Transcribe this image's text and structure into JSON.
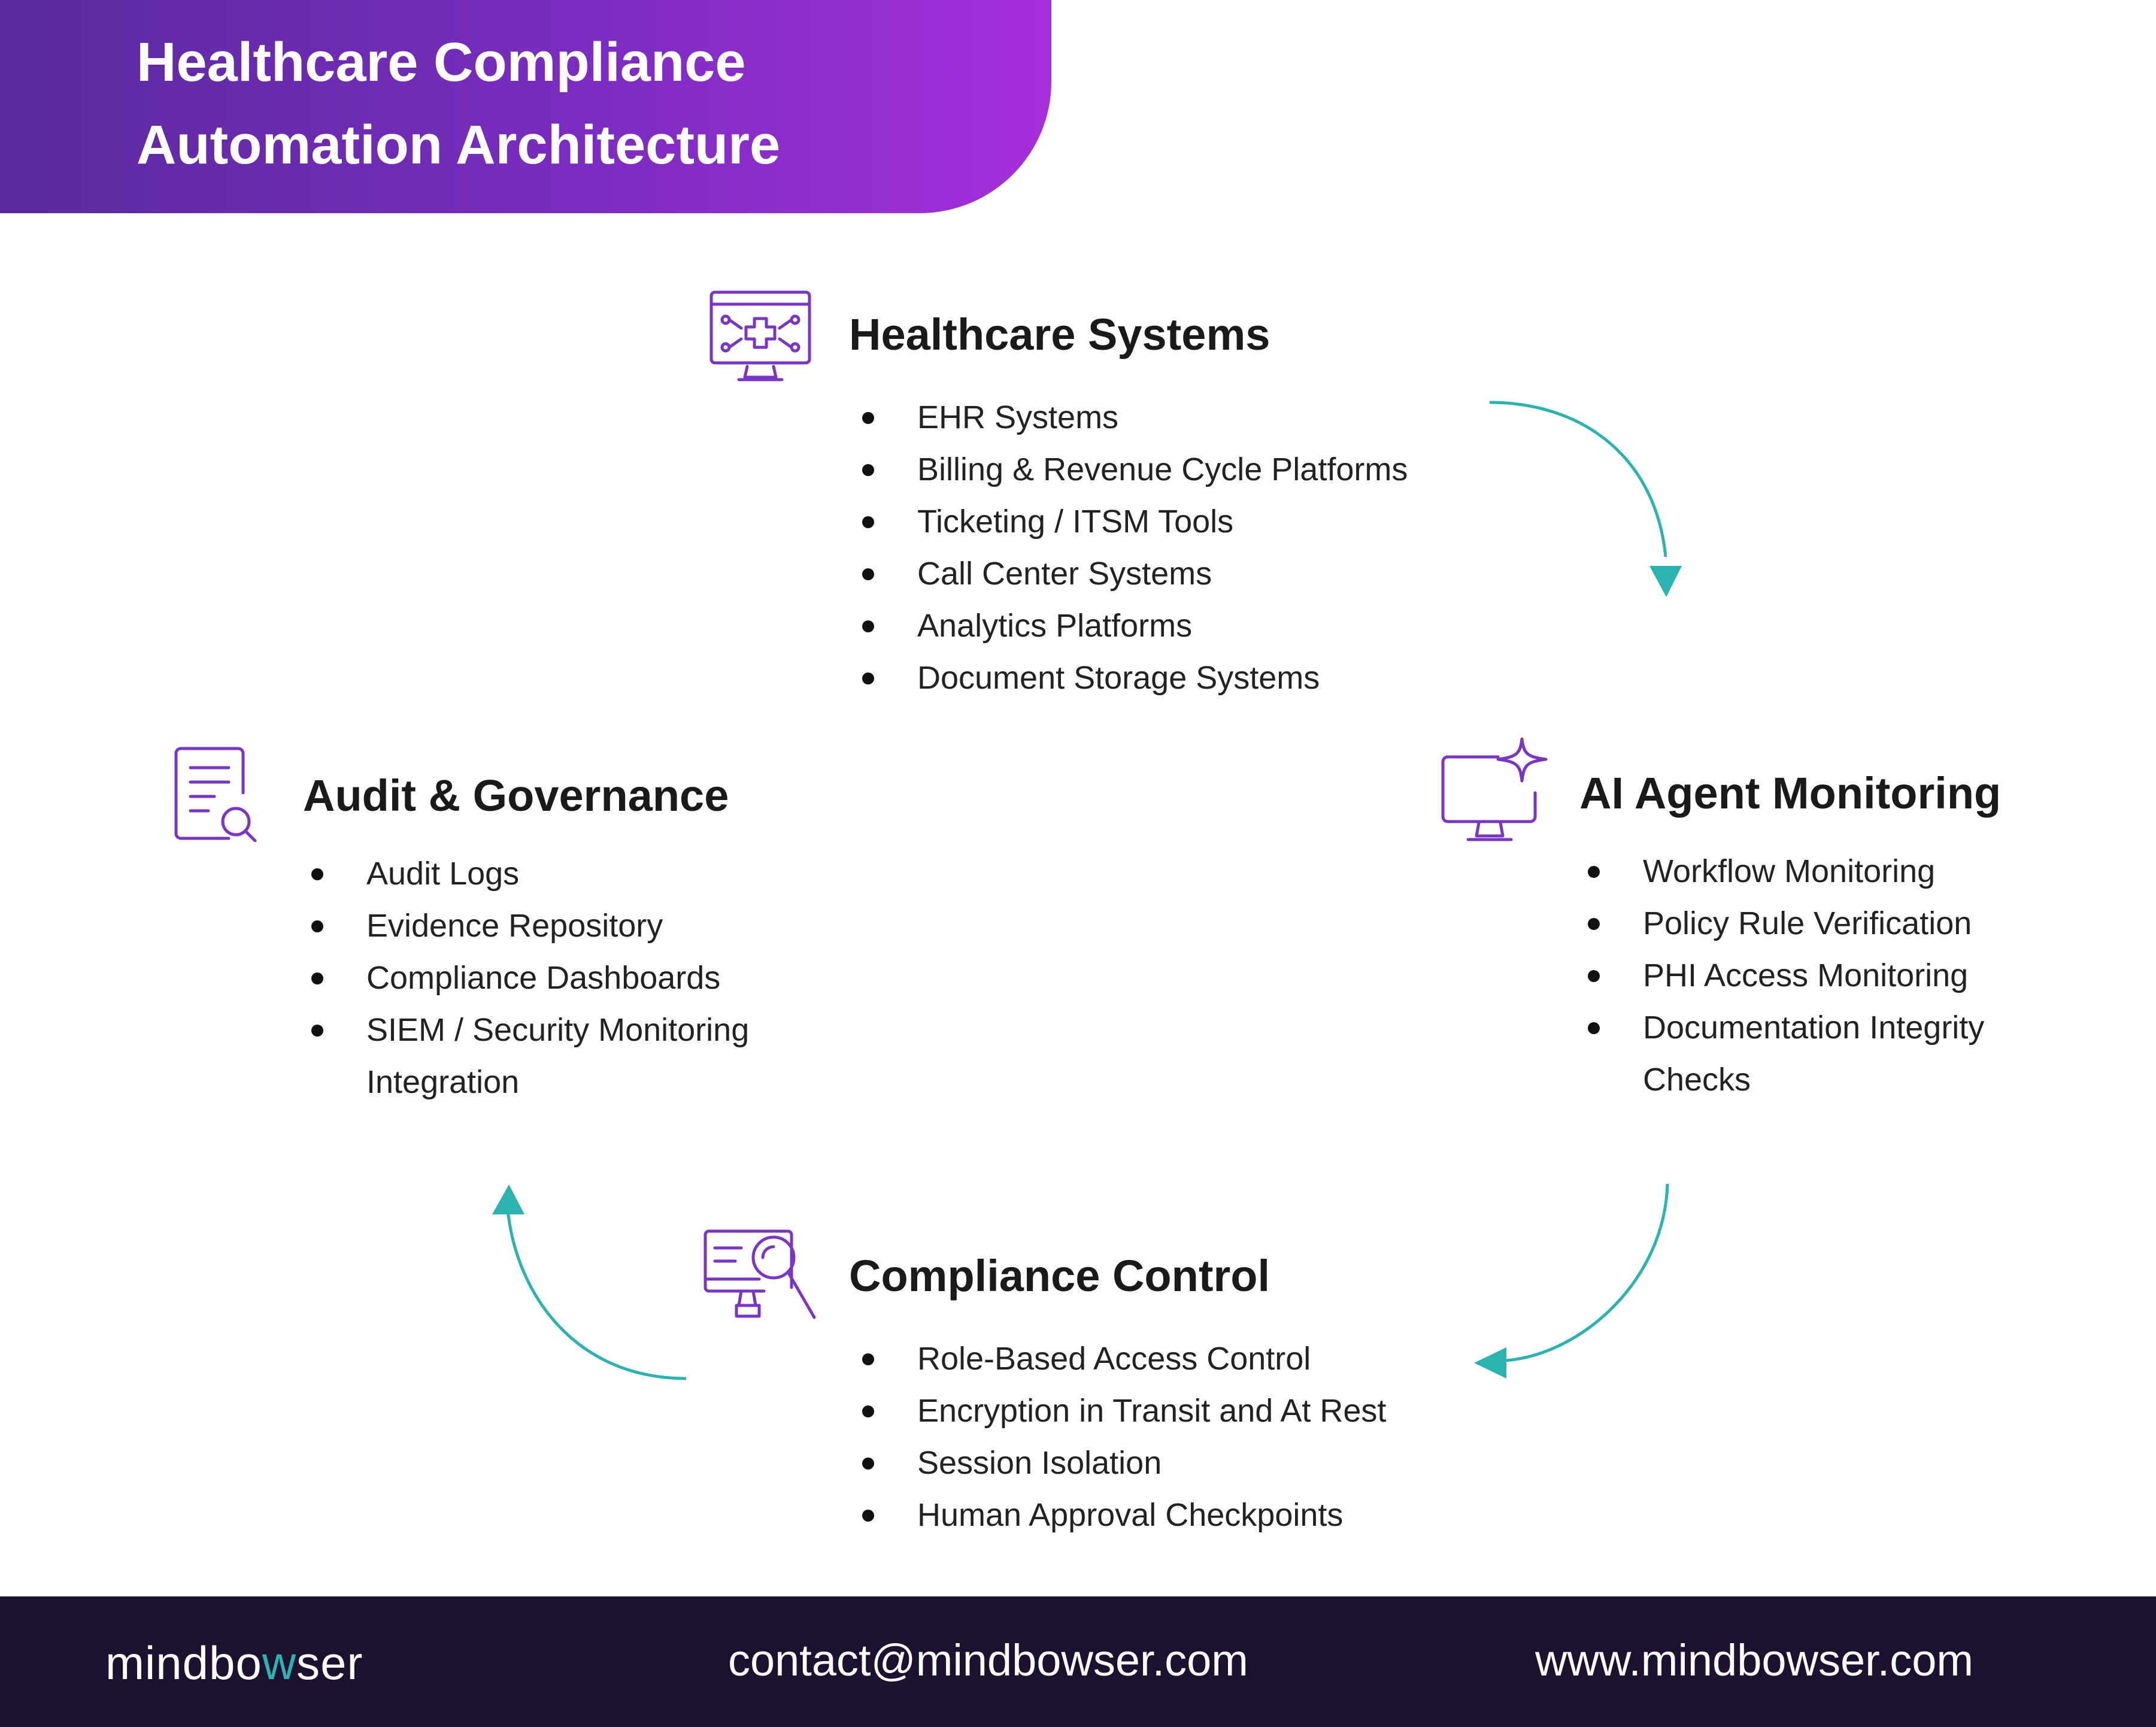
{
  "title": {
    "line1": "Healthcare Compliance",
    "line2": "Automation Architecture"
  },
  "sections": {
    "healthcare": {
      "heading": "Healthcare Systems",
      "icon": "monitor-medical-cross-icon",
      "items": [
        "EHR Systems",
        "Billing & Revenue Cycle Platforms",
        "Ticketing / ITSM Tools",
        "Call Center Systems",
        "Analytics Platforms",
        "Document Storage Systems"
      ]
    },
    "ai_monitoring": {
      "heading": "AI Agent Monitoring",
      "icon": "monitor-sparkle-icon",
      "items": [
        "Workflow Monitoring",
        "Policy Rule Verification",
        "PHI Access Monitoring",
        "Documentation Integrity",
        "Checks"
      ]
    },
    "compliance_control": {
      "heading": "Compliance Control",
      "icon": "monitor-magnifier-icon",
      "items": [
        "Role-Based Access Control",
        "Encryption in Transit and At Rest",
        "Session Isolation",
        "Human Approval Checkpoints"
      ]
    },
    "audit": {
      "heading": "Audit & Governance",
      "icon": "document-search-icon",
      "items": [
        "Audit Logs",
        "Evidence Repository",
        "Compliance Dashboards",
        "SIEM / Security Monitoring",
        "Integration"
      ]
    }
  },
  "colors": {
    "banner_start": "#5a2a9e",
    "banner_end": "#a62fdb",
    "icon": "#7b35c4",
    "arrow": "#2ab3b0",
    "footer": "#1c1230"
  },
  "footer": {
    "logo_start": "mindbo",
    "logo_accent": "w",
    "logo_end": "ser",
    "email": "contact@mindbowser.com",
    "website": "www.mindbowser.com"
  }
}
